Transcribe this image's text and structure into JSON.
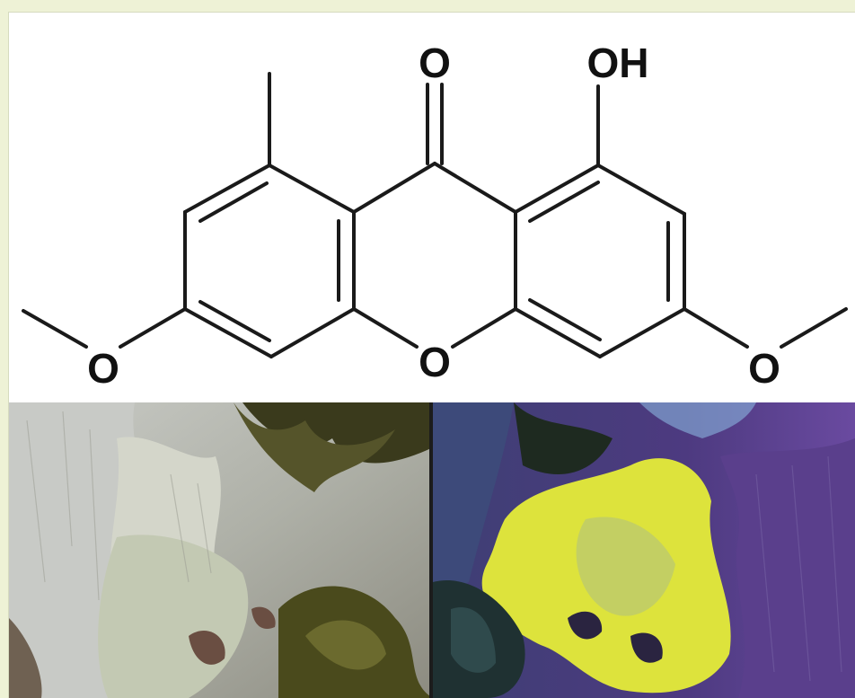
{
  "structure": {
    "atoms": {
      "carbonyl_oxygen": "O",
      "hydroxyl": "OH",
      "ring_oxygen": "O",
      "methoxy_left_oxygen": "O",
      "methoxy_right_oxygen": "O"
    }
  },
  "colors": {
    "background": "#eef2d6",
    "bond": "#1a1a1a",
    "fluorescence_yellow": "#e2e840",
    "uv_purple": "#5a3f8c",
    "bark_grey": "#b9bab2",
    "moss_green": "#4a4a1c"
  }
}
